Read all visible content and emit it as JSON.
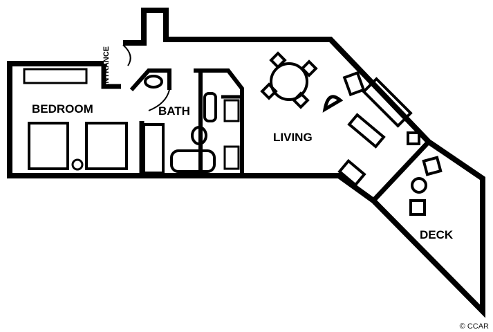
{
  "plan": {
    "rooms": {
      "bedroom": "BEDROOM",
      "bath": "BATH",
      "living": "LIVING",
      "deck": "DECK",
      "entrance": "ENTRANCE"
    },
    "copyright": "© CCAR"
  }
}
